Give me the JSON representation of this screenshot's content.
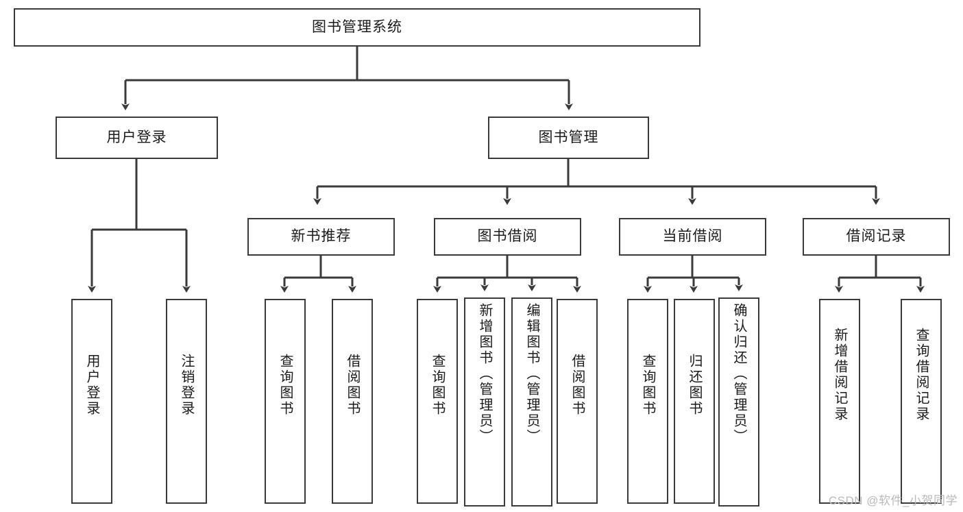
{
  "diagram": {
    "title": "图书管理系统",
    "type": "tree",
    "root": {
      "label": "图书管理系统"
    },
    "level2": [
      {
        "label": "用户登录"
      },
      {
        "label": "图书管理"
      }
    ],
    "level3": [
      {
        "label": "新书推荐"
      },
      {
        "label": "图书借阅"
      },
      {
        "label": "当前借阅"
      },
      {
        "label": "借阅记录"
      }
    ],
    "leaves": {
      "user_login": [
        {
          "label": "用户登录"
        },
        {
          "label": "注销登录"
        }
      ],
      "new_book_recommend": [
        {
          "label": "查询图书"
        },
        {
          "label": "借阅图书"
        }
      ],
      "book_borrow": [
        {
          "label": "查询图书"
        },
        {
          "label": "新增图书（管理员）"
        },
        {
          "label": "编辑图书（管理员）"
        },
        {
          "label": "借阅图书"
        }
      ],
      "current_borrow": [
        {
          "label": "查询图书"
        },
        {
          "label": "归还图书"
        },
        {
          "label": "确认归还（管理员）"
        }
      ],
      "borrow_record": [
        {
          "label": "新增借阅记录"
        },
        {
          "label": "查询借阅记录"
        }
      ]
    }
  },
  "watermark": {
    "text": "CSDN @软件_小贺同学"
  },
  "colors": {
    "stroke": "#3a3a3a",
    "background": "#ffffff",
    "text": "#1b1b1b",
    "watermark": "#b9b9b9"
  }
}
